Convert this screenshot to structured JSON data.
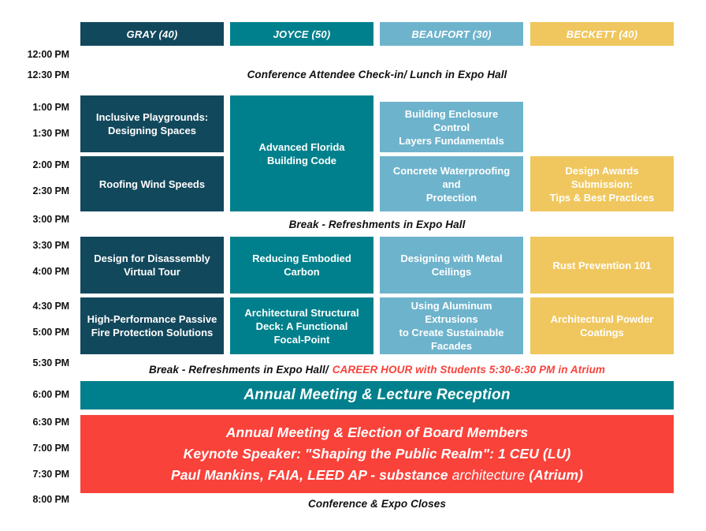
{
  "colors": {
    "gray_room": "#12485C",
    "joyce_room": "#00808C",
    "beaufort_room": "#6EB3CC",
    "beckett_room": "#F0C75E",
    "reception_bar": "#00808C",
    "keynote_bar": "#F9423A",
    "note_accent": "#F9423A",
    "text_dark": "#111111",
    "text_light": "#FFFFFF",
    "page_background": "#FFFFFF"
  },
  "rooms": [
    {
      "id": "gray",
      "label": "GRAY (40)"
    },
    {
      "id": "joyce",
      "label": "JOYCE (50)"
    },
    {
      "id": "beaufort",
      "label": "BEAUFORT (30)"
    },
    {
      "id": "beckett",
      "label": "BECKETT (40)"
    }
  ],
  "time_labels": [
    "12:00 PM",
    "12:30 PM",
    "1:00 PM",
    "1:30 PM",
    "2:00 PM",
    "2:30 PM",
    "3:00 PM",
    "3:30 PM",
    "4:00 PM",
    "4:30 PM",
    "5:00 PM",
    "5:30 PM",
    "6:00 PM",
    "6:30 PM",
    "7:00 PM",
    "7:30 PM",
    "8:00 PM"
  ],
  "sessions": [
    {
      "id": "s1",
      "room": "gray",
      "title": "Inclusive Playgrounds:\nDesigning Spaces"
    },
    {
      "id": "s2",
      "room": "gray",
      "title": "Roofing Wind Speeds"
    },
    {
      "id": "s3",
      "room": "joyce",
      "title": "Advanced Florida\nBuilding Code"
    },
    {
      "id": "s4",
      "room": "beaufort",
      "title": "Building Enclosure Control\nLayers Fundamentals"
    },
    {
      "id": "s5",
      "room": "beaufort",
      "title": "Concrete Waterproofing and\nProtection"
    },
    {
      "id": "s6",
      "room": "beckett",
      "title": "Design Awards Submission:\nTips & Best Practices"
    },
    {
      "id": "s7",
      "room": "gray",
      "title": "Design for Disassembly\nVirtual Tour"
    },
    {
      "id": "s8",
      "room": "joyce",
      "title": "Reducing Embodied Carbon"
    },
    {
      "id": "s9",
      "room": "beaufort",
      "title": "Designing with Metal\nCeilings"
    },
    {
      "id": "s10",
      "room": "beckett",
      "title": "Rust Prevention 101"
    },
    {
      "id": "s11",
      "room": "gray",
      "title": "High-Performance Passive\nFire Protection Solutions"
    },
    {
      "id": "s12",
      "room": "joyce",
      "title": "Architectural Structural\nDeck: A Functional      Focal-Point"
    },
    {
      "id": "s13",
      "room": "beaufort",
      "title": "Using Aluminum Extrusions\nto Create Sustainable\nFacades"
    },
    {
      "id": "s14",
      "room": "beckett",
      "title": "Architectural Powder\nCoatings"
    }
  ],
  "notes": {
    "lunch": "Conference Attendee Check-in/ Lunch in Expo Hall",
    "break_afternoon": "Break - Refreshments in Expo Hall",
    "break_evening_main": "Break - Refreshments in Expo Hall/",
    "break_evening_accent": "CAREER HOUR with Students 5:30-6:30 PM  in Atrium",
    "closing": "Conference & Expo Closes"
  },
  "banners": {
    "reception": "Annual Meeting & Lecture Reception",
    "keynote_line1": "Annual Meeting & Election of Board Members",
    "keynote_line2": "Keynote Speaker: \"Shaping the Public Realm\": 1 CEU (LU)",
    "keynote_line3_bold_a": "Paul Mankins, FAIA, LEED AP - substance ",
    "keynote_line3_light": "architecture",
    "keynote_line3_bold_b": "  (Atrium)"
  }
}
